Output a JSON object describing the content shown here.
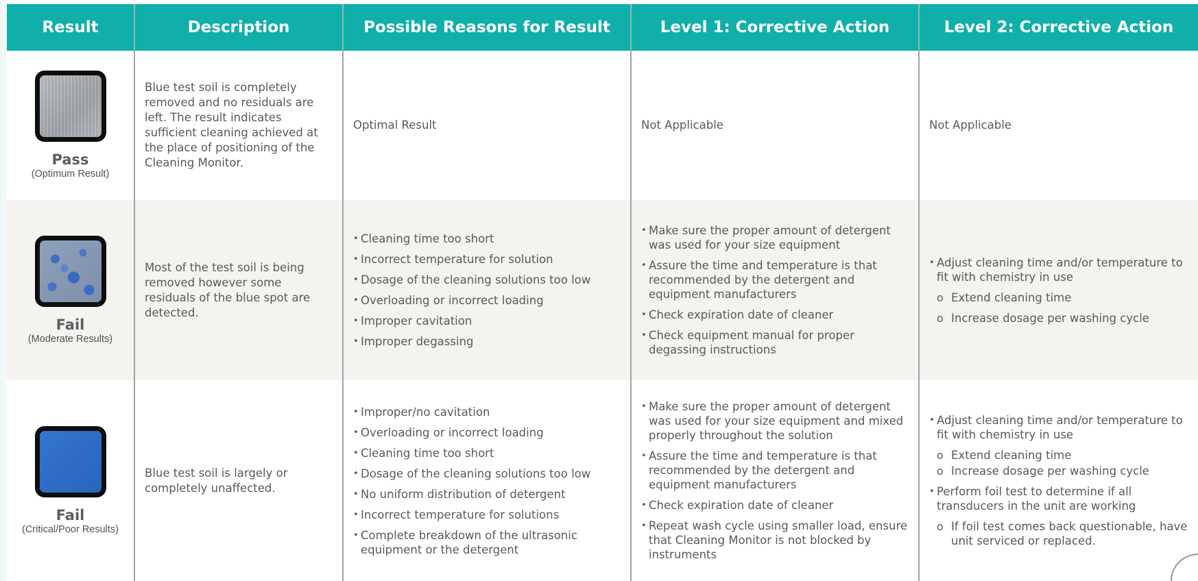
{
  "headers": [
    "Result",
    "Description",
    "Possible Reasons for Result",
    "Level 1: Corrective Action",
    "Level 2: Corrective Action"
  ],
  "rows": [
    {
      "swatch_icon": "grey-clean-monitor-swatch",
      "result_label": "Pass",
      "result_sub": "(Optimum Result)",
      "description": "Blue test soil is completely removed and no residuals are left. The result indicates sufficient cleaning achieved at the place of positioning of the Cleaning Monitor.",
      "reasons_text": "Optimal Result",
      "level1_text": "Not Applicable",
      "level2_text": "Not Applicable"
    },
    {
      "swatch_icon": "speckled-blue-monitor-swatch",
      "result_label": "Fail",
      "result_sub": "(Moderate Results)",
      "description": "Most of the test soil is being removed however some residuals of the blue spot are detected.",
      "reasons": [
        "Cleaning time too short",
        "Incorrect temperature for solution",
        "Dosage of the cleaning solutions too low",
        "Overloading or incorrect loading",
        "Improper cavitation",
        "Improper degassing"
      ],
      "level1": [
        "Make sure the proper amount of detergent was used for your size equipment",
        "Assure the time and temperature is that recommended by the detergent and equipment manufacturers",
        "Check expiration date of cleaner",
        "Check equipment manual for proper degassing instructions"
      ],
      "level2": [
        "Adjust cleaning time and/or temperature to fit with chemistry in use",
        "Extend cleaning time",
        "Increase dosage per washing cycle"
      ]
    },
    {
      "swatch_icon": "solid-blue-monitor-swatch",
      "result_label": "Fail",
      "result_sub": "(Critical/Poor Results)",
      "description": "Blue test soil is largely or completely unaffected.",
      "reasons": [
        "Improper/no cavitation",
        "Overloading or incorrect loading",
        "Cleaning time too short",
        "Dosage of the cleaning solutions too low",
        "No uniform distribution of detergent",
        "Incorrect temperature for solutions",
        "Complete breakdown of the ultrasonic equipment or the detergent"
      ],
      "level1": [
        "Make sure the proper amount of detergent was used for your size equipment and mixed properly throughout the solution",
        "Assure the time and temperature is that recommended by the detergent and equipment manufacturers",
        "Check expiration date of cleaner",
        "Repeat wash cycle using smaller load, ensure that Cleaning Monitor is not blocked by instruments"
      ],
      "level2": [
        "Adjust cleaning time and/or temperature to fit with chemistry in use",
        "Extend cleaning time",
        "Increase dosage per washing cycle",
        "Perform foil test to determine if all transducers in the unit are working",
        "If foil test comes back questionable, have unit serviced or replaced."
      ]
    }
  ]
}
